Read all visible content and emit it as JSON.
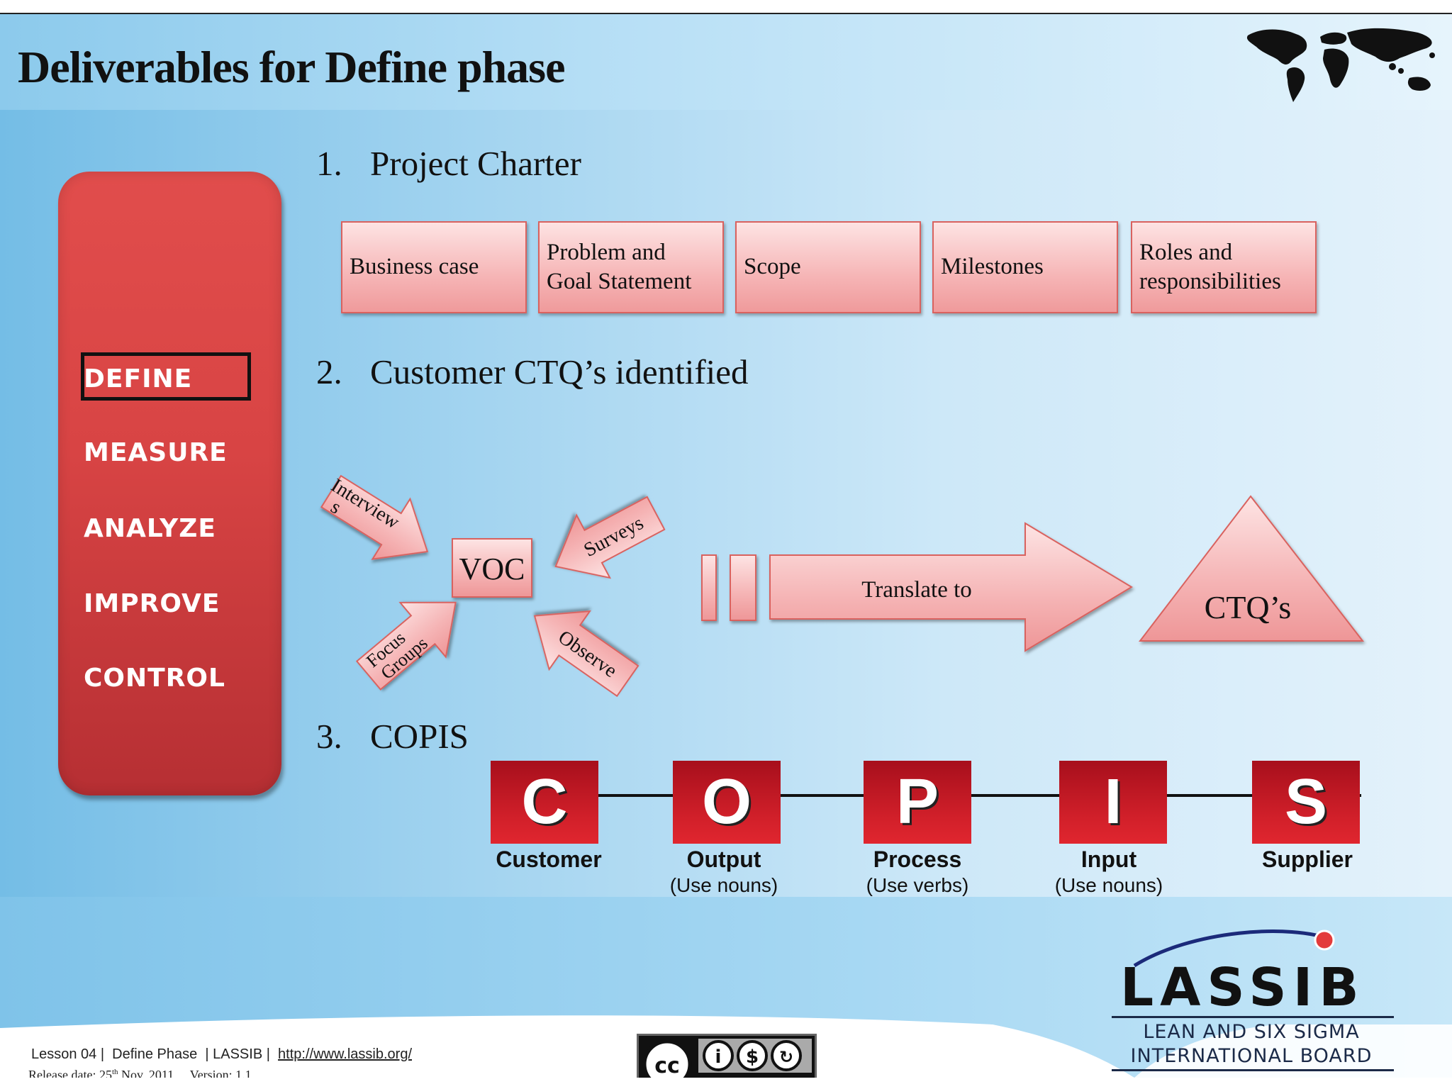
{
  "slide": {
    "title": "Deliverables for Define phase"
  },
  "phases": [
    "DEFINE",
    "MEASURE",
    "ANALYZE",
    "IMPROVE",
    "CONTROL"
  ],
  "sections": [
    {
      "num": "1.",
      "title": "Project Charter"
    },
    {
      "num": "2.",
      "title": "Customer CTQ’s identified"
    },
    {
      "num": "3.",
      "title": "COPIS"
    }
  ],
  "charter_items": [
    [
      "Business case"
    ],
    [
      "Problem and",
      "Goal Statement"
    ],
    [
      "Scope"
    ],
    [
      "Milestones"
    ],
    [
      "Roles and",
      "responsibilities"
    ]
  ],
  "ctq": {
    "voc": "VOC",
    "arrow_interviews": [
      "Interview",
      "s"
    ],
    "arrow_surveys": "Surveys",
    "arrow_focus": [
      "Focus",
      "Groups"
    ],
    "arrow_observe": "Observe",
    "translate": "Translate to",
    "ctqs": "CTQ’s"
  },
  "copis": [
    {
      "letter": "C",
      "label": "Customer",
      "sub": ""
    },
    {
      "letter": "O",
      "label": "Output",
      "sub": "(Use nouns)"
    },
    {
      "letter": "P",
      "label": "Process",
      "sub": "(Use verbs)"
    },
    {
      "letter": "I",
      "label": "Input",
      "sub": "(Use nouns)"
    },
    {
      "letter": "S",
      "label": "Supplier",
      "sub": ""
    }
  ],
  "footer": {
    "lesson": "Lesson 04 |",
    "phase": "Define Phase",
    "org": "| LASSIB |",
    "url": "http://www.lassib.org/",
    "release_prefix": "Release date: 25",
    "release_sup": "th",
    "release_suffix": " Nov,  2011",
    "version": "Version: 1.1",
    "cc_labels": [
      "BY",
      "NC",
      "SA"
    ]
  },
  "logo": {
    "name": "LASSIB",
    "sub1": "LEAN AND SIX SIGMA",
    "sub2": "INTERNATIONAL BOARD"
  },
  "colors": {
    "phase_red": "#d84444",
    "copis_red": "#c81a25",
    "pink_fill": "#f6b5b6",
    "pink_stroke": "#d9625f"
  }
}
